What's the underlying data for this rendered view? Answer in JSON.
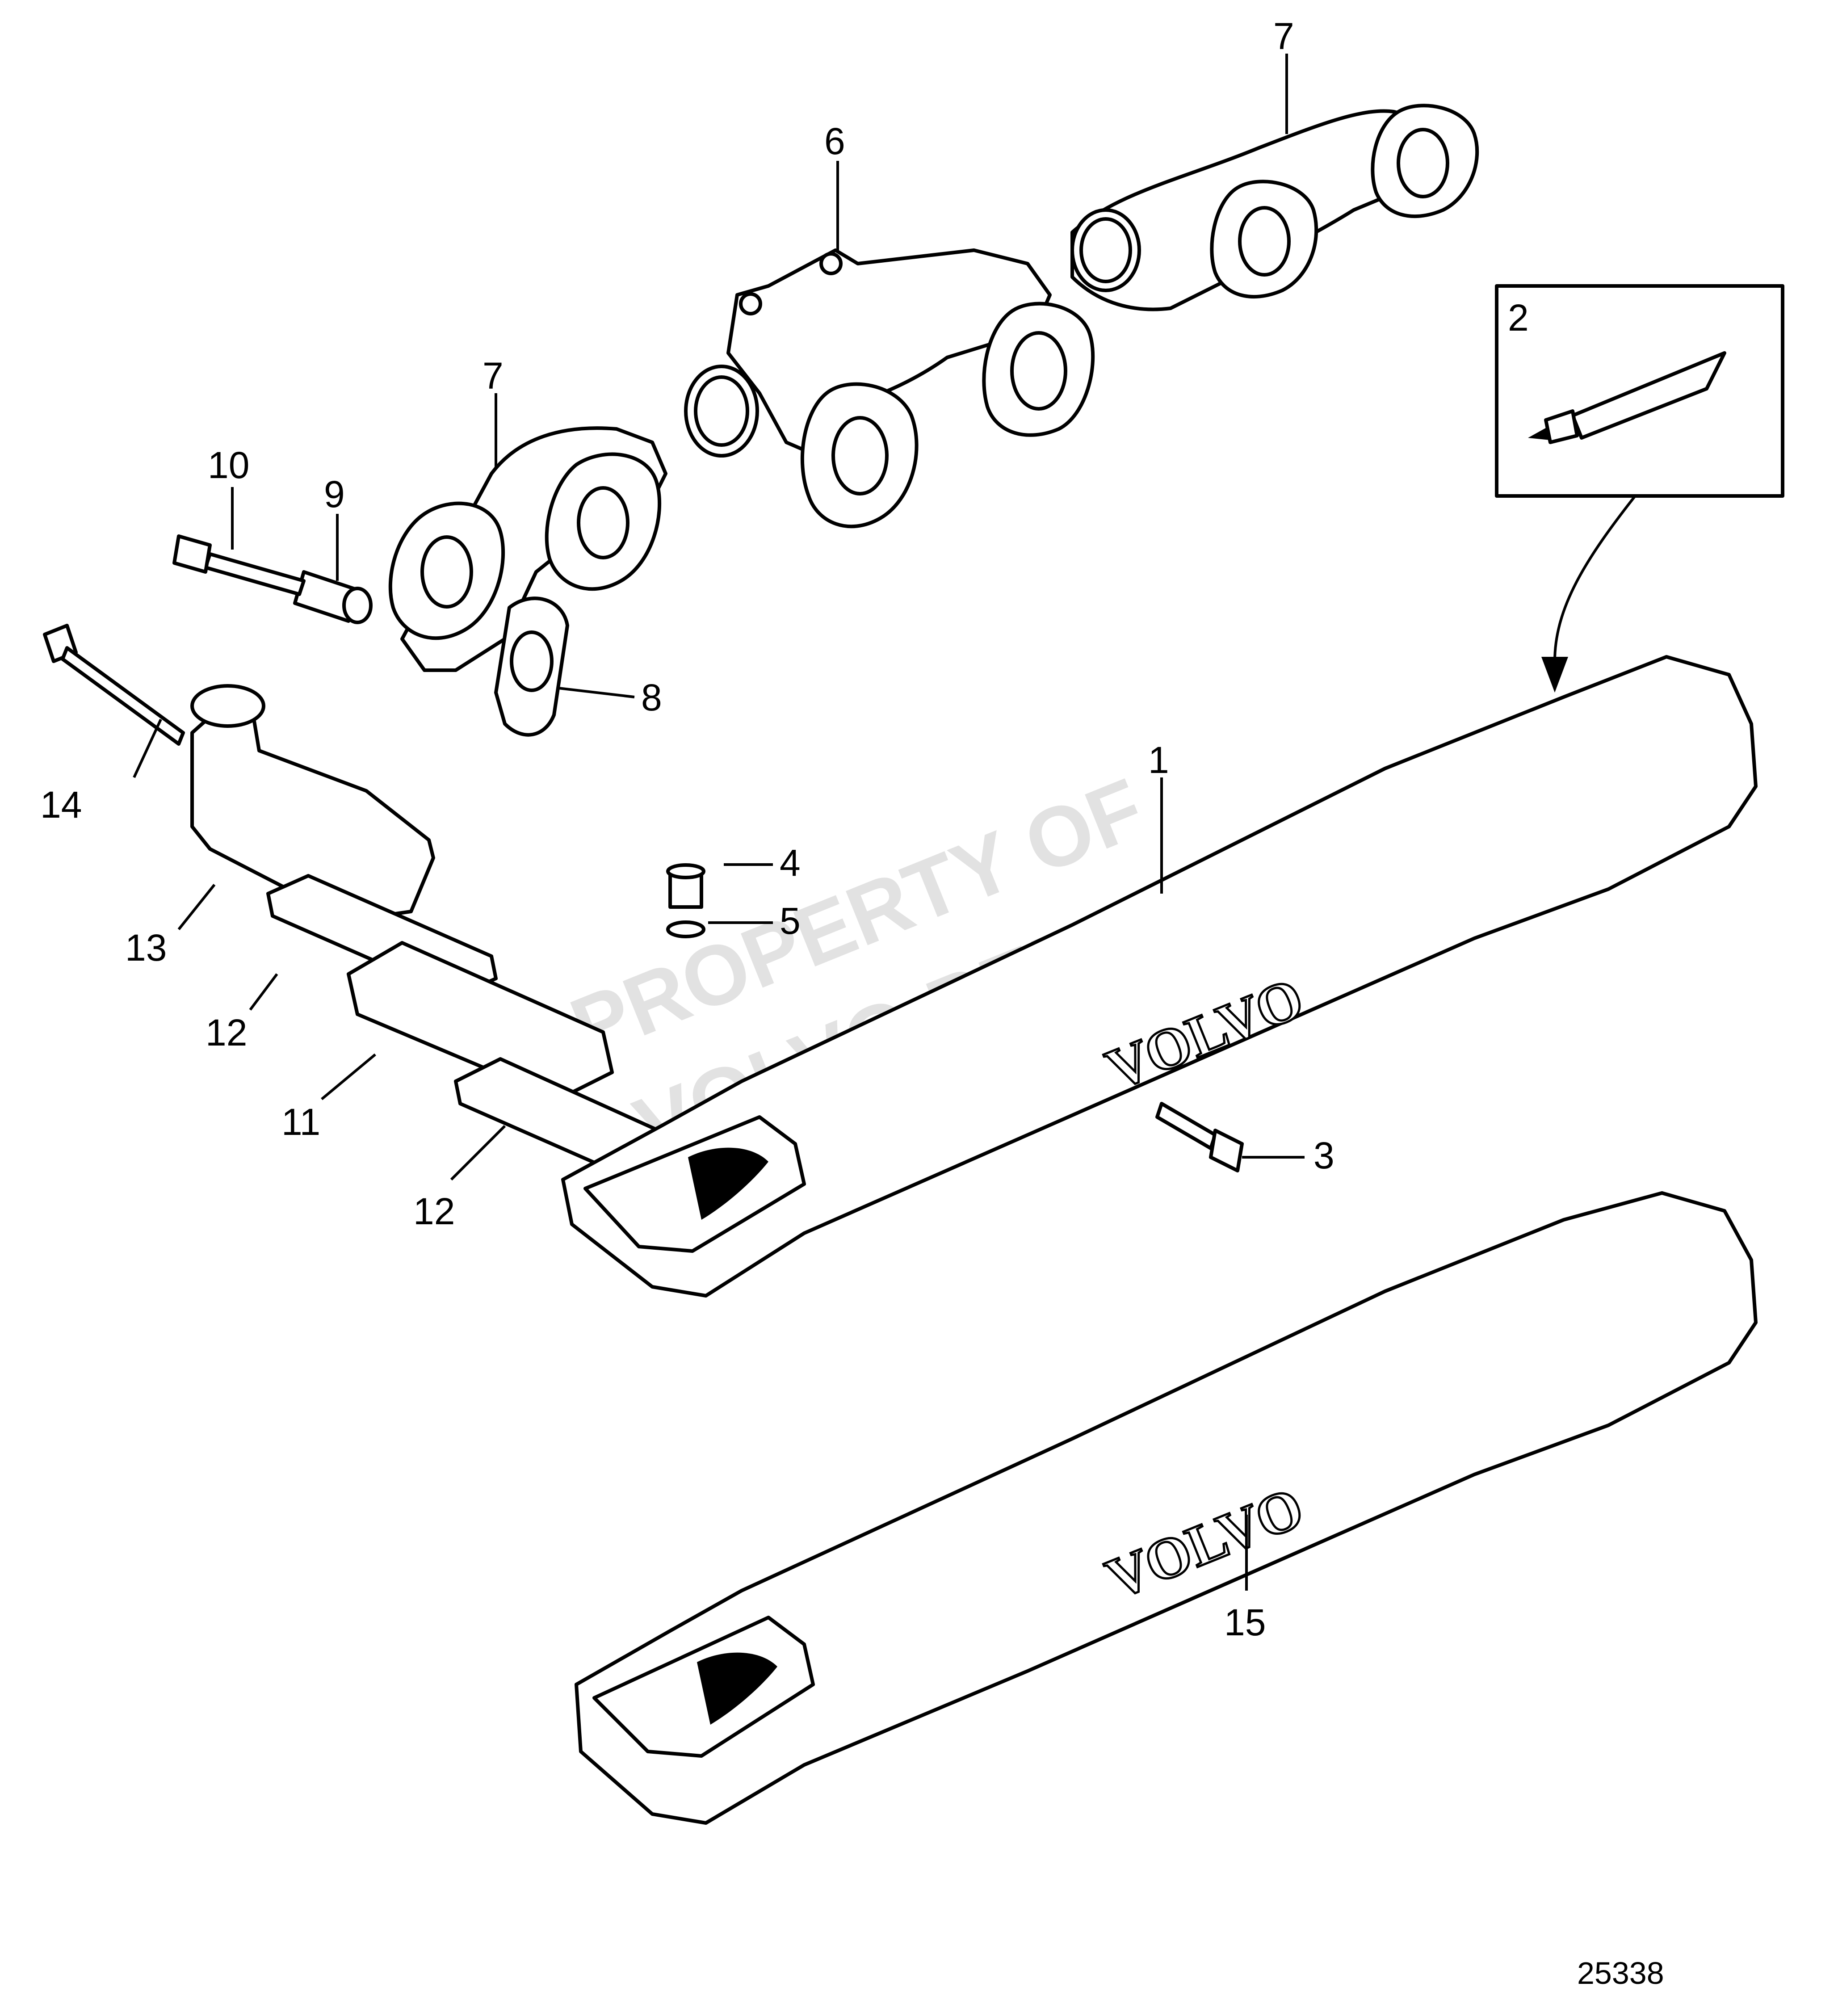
{
  "figure_number": "25338",
  "brand_marking": "VOLVO",
  "watermark_lines": [
    "PROPERTY OF",
    "VOLVO PENTA"
  ],
  "callouts": [
    {
      "id": "c7-top",
      "text": "7"
    },
    {
      "id": "c6",
      "text": "6"
    },
    {
      "id": "c2",
      "text": "2"
    },
    {
      "id": "c7-mid",
      "text": "7"
    },
    {
      "id": "c10",
      "text": "10"
    },
    {
      "id": "c9",
      "text": "9"
    },
    {
      "id": "c8",
      "text": "8"
    },
    {
      "id": "c14",
      "text": "14"
    },
    {
      "id": "c1",
      "text": "1"
    },
    {
      "id": "c4",
      "text": "4"
    },
    {
      "id": "c5",
      "text": "5"
    },
    {
      "id": "c13",
      "text": "13"
    },
    {
      "id": "c12-upper",
      "text": "12"
    },
    {
      "id": "c11",
      "text": "11"
    },
    {
      "id": "c3",
      "text": "3"
    },
    {
      "id": "c12-lower",
      "text": "12"
    },
    {
      "id": "c15",
      "text": "15"
    }
  ]
}
